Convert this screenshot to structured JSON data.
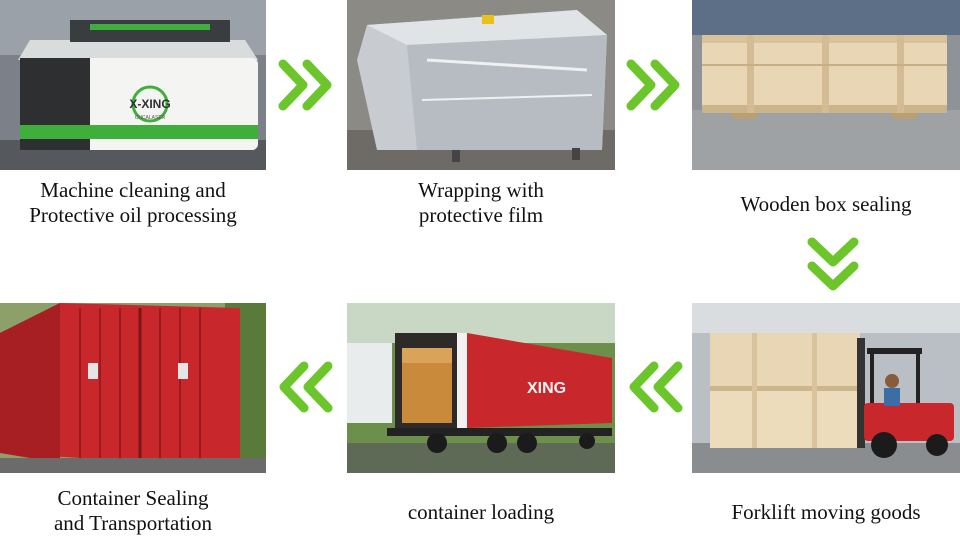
{
  "steps": [
    {
      "caption": "Machine cleaning and\nProtective oil processing",
      "photo_icon": "laser-machine-photo",
      "logo_text": "X-XING",
      "logo_sub": "CHCALASER"
    },
    {
      "caption": "Wrapping with\nprotective film",
      "photo_icon": "film-wrapped-machine-photo"
    },
    {
      "caption": "Wooden box sealing",
      "photo_icon": "wooden-crate-photo"
    },
    {
      "caption": "Forklift moving goods",
      "photo_icon": "forklift-photo"
    },
    {
      "caption": "container loading",
      "photo_icon": "truck-container-photo",
      "container_text": "XING"
    },
    {
      "caption": "Container Sealing\nand Transportation",
      "photo_icon": "red-container-photo"
    }
  ],
  "arrows": [
    "chevron-right-icon",
    "chevron-right-icon",
    "chevron-down-icon",
    "chevron-left-icon",
    "chevron-left-icon"
  ],
  "colors": {
    "arrow": "#6cc52a",
    "container_red": "#c8282c",
    "machine_green": "#3fae3a",
    "crate": "#e8d6b4"
  }
}
